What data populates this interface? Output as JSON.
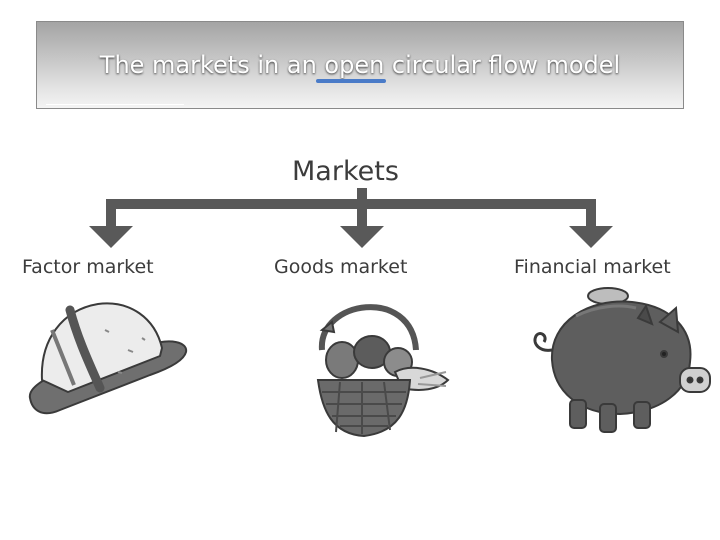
{
  "title": "The markets in an open circular flow model",
  "diagram": {
    "root": "Markets",
    "branches": [
      {
        "label": "Factor market",
        "icon": "hard-hat-icon"
      },
      {
        "label": "Goods market",
        "icon": "basket-icon"
      },
      {
        "label": "Financial market",
        "icon": "piggy-bank-icon"
      }
    ]
  },
  "colors": {
    "arrow": "#595959",
    "title_text": "#ffffff",
    "underline": "#4a7bc8"
  }
}
